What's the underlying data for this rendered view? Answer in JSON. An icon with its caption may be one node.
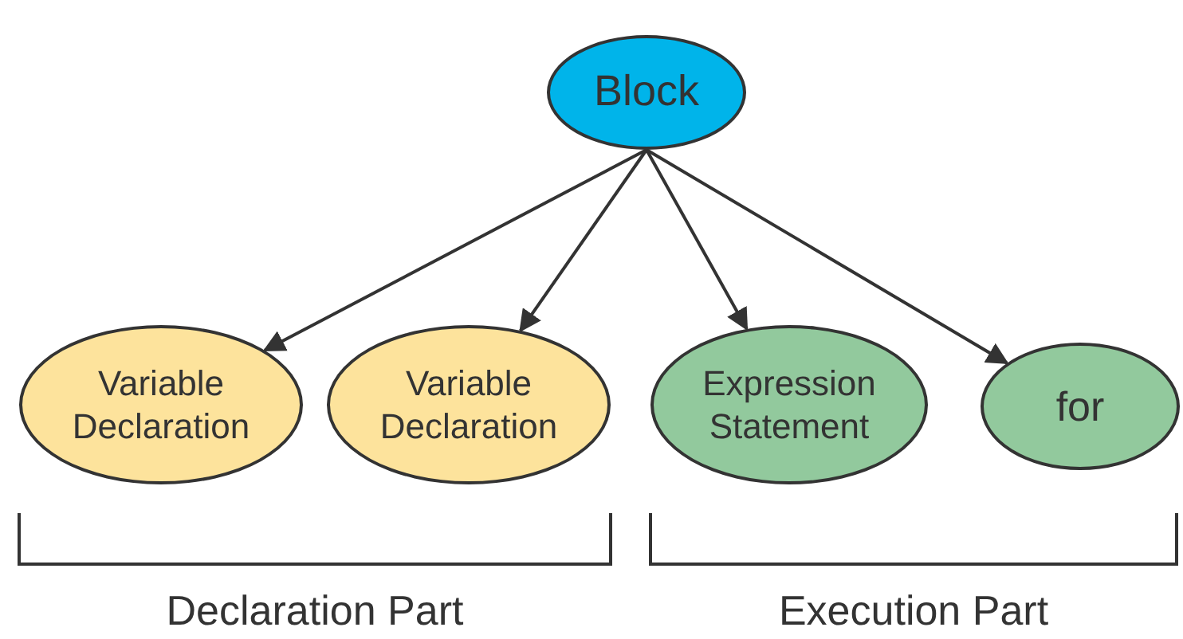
{
  "diagram": {
    "nodes": [
      {
        "text": [
          "Block"
        ]
      },
      {
        "text": [
          "Variable Declaration"
        ]
      },
      {
        "text": [
          "Variable Declaration"
        ]
      },
      {
        "text": [
          "Expression Statement"
        ]
      },
      {
        "text": [
          "for"
        ]
      }
    ],
    "edges": [
      {
        "from": 0,
        "to": 1,
        "arrow": "to"
      },
      {
        "from": 0,
        "to": 2,
        "arrow": "to"
      },
      {
        "from": 0,
        "to": 3,
        "arrow": "to"
      },
      {
        "from": 0,
        "to": 4,
        "arrow": "to"
      }
    ],
    "labels": [
      "Declaration Part",
      "Execution Part"
    ]
  }
}
